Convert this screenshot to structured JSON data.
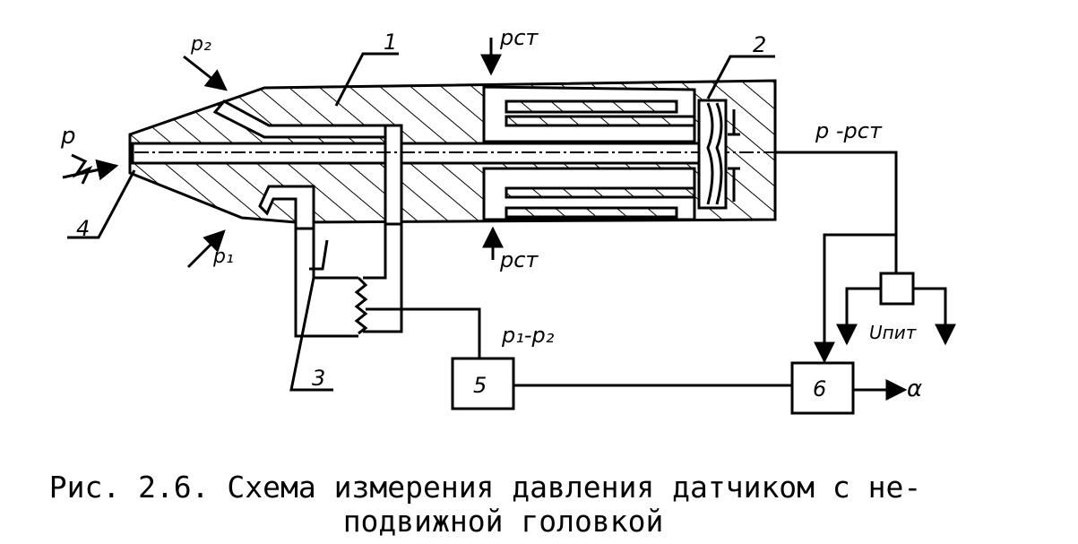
{
  "figure": {
    "labels": {
      "p_in": "p",
      "p2": "p₂",
      "p1": "p₁",
      "pst_top": "pст",
      "pst_bottom": "pст",
      "p_minus_pst": "p -pст",
      "p1_minus_p2": "p₁-p₂",
      "u_pit": "Uпит",
      "alpha": "α",
      "part1": "1",
      "part2": "2",
      "part3": "3",
      "part4": "4",
      "box5": "5",
      "box6": "6"
    }
  },
  "caption": {
    "line1": "Рис. 2.6. Схема измерения давления датчиком с не-",
    "line2": "подвижной головкой"
  }
}
